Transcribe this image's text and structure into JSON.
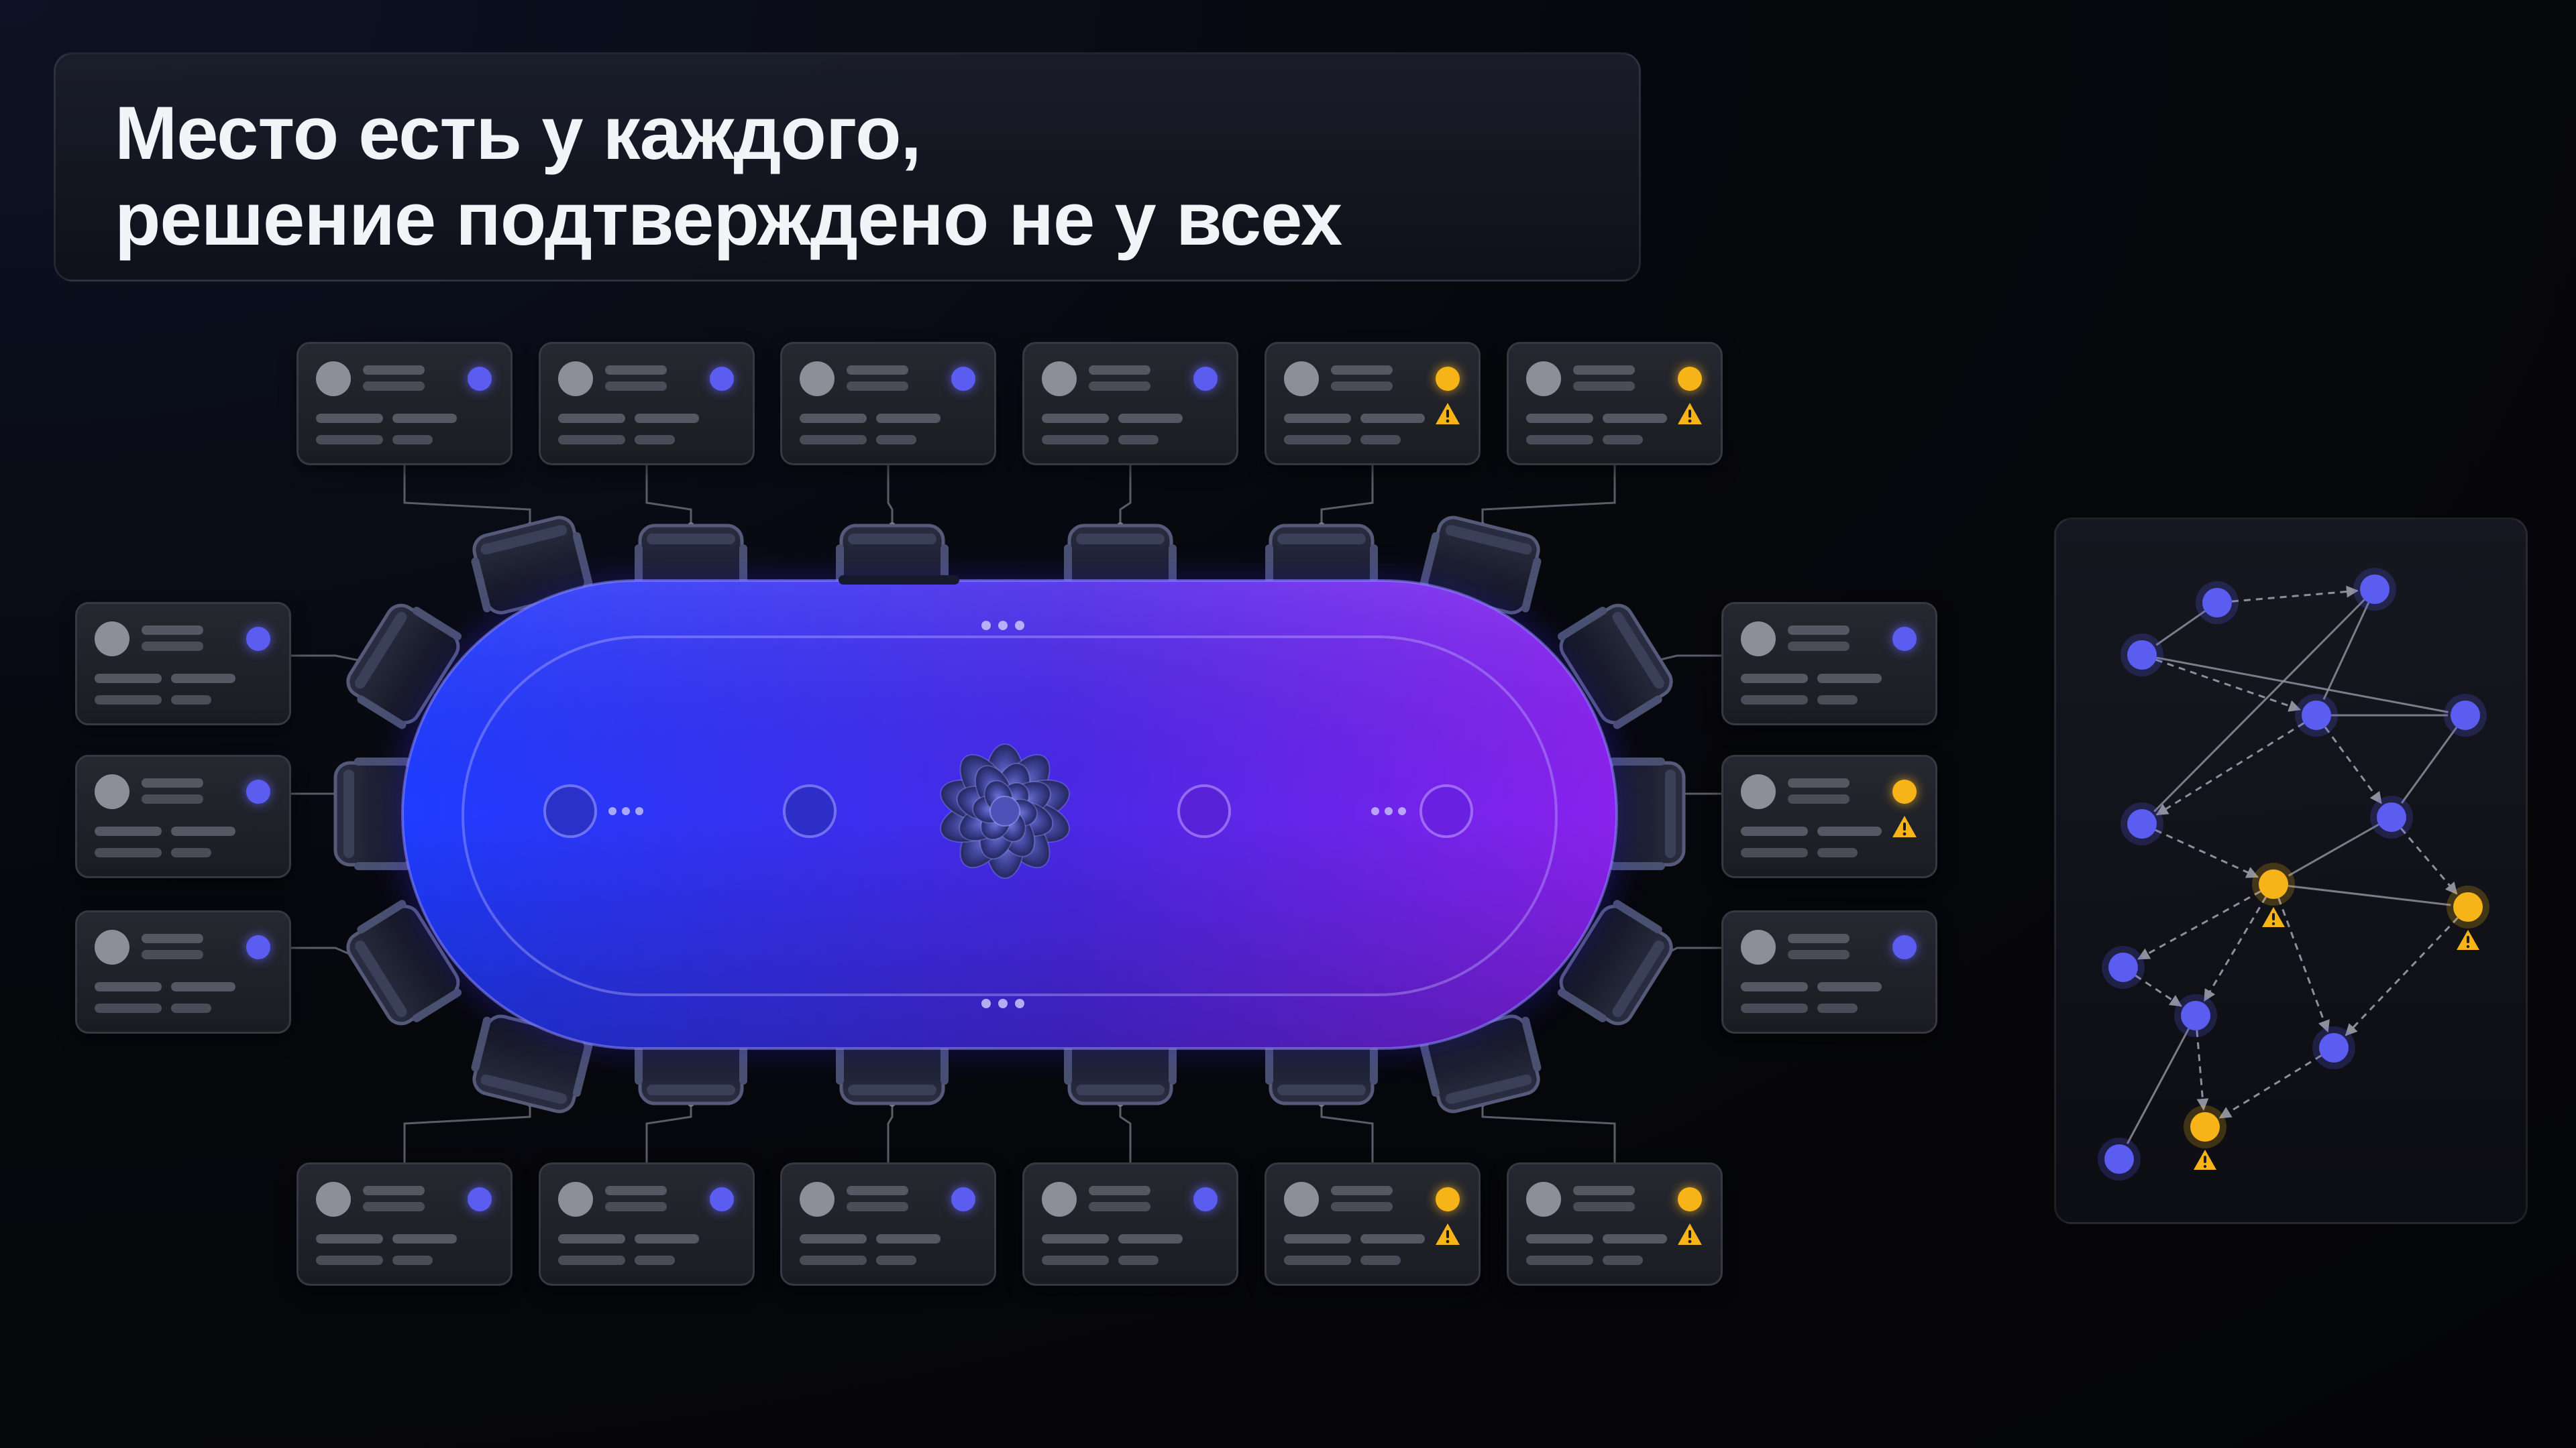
{
  "title": {
    "line1": "Место есть у каждого,",
    "line2": "решение подтверждено не у всех"
  },
  "colors": {
    "background": "#06070b",
    "table_gradient_start": "#1f3cff",
    "table_gradient_end": "#8a22ee",
    "confirmed": "#5b5cf0",
    "pending": "#f6b418",
    "card": "#22242b"
  },
  "seat_cards": {
    "top": [
      "confirmed",
      "confirmed",
      "confirmed",
      "confirmed",
      "pending",
      "pending"
    ],
    "bottom": [
      "confirmed",
      "confirmed",
      "confirmed",
      "confirmed",
      "pending",
      "pending"
    ],
    "left": [
      "confirmed",
      "confirmed",
      "confirmed"
    ],
    "right": [
      "confirmed",
      "pending",
      "confirmed"
    ]
  },
  "table": {
    "centerpiece_icon": "flower-icon",
    "chair_count": 18
  },
  "network": {
    "nodes": [
      {
        "id": "n1",
        "status": "confirmed"
      },
      {
        "id": "n2",
        "status": "confirmed"
      },
      {
        "id": "n3",
        "status": "confirmed"
      },
      {
        "id": "n4",
        "status": "confirmed"
      },
      {
        "id": "n5",
        "status": "confirmed"
      },
      {
        "id": "n6",
        "status": "confirmed"
      },
      {
        "id": "n7",
        "status": "confirmed"
      },
      {
        "id": "n8",
        "status": "pending"
      },
      {
        "id": "n9",
        "status": "pending"
      },
      {
        "id": "n10",
        "status": "confirmed"
      },
      {
        "id": "n11",
        "status": "confirmed"
      },
      {
        "id": "n12",
        "status": "confirmed"
      },
      {
        "id": "n13",
        "status": "pending"
      },
      {
        "id": "n14",
        "status": "confirmed"
      }
    ],
    "edges": [
      {
        "from": "n1",
        "to": "n2",
        "style": "dashed"
      },
      {
        "from": "n1",
        "to": "n3",
        "style": "solid"
      },
      {
        "from": "n3",
        "to": "n4",
        "style": "dashed"
      },
      {
        "from": "n2",
        "to": "n4",
        "style": "solid"
      },
      {
        "from": "n3",
        "to": "n5",
        "style": "solid"
      },
      {
        "from": "n4",
        "to": "n5",
        "style": "solid"
      },
      {
        "from": "n2",
        "to": "n6",
        "style": "solid"
      },
      {
        "from": "n4",
        "to": "n6",
        "style": "dashed"
      },
      {
        "from": "n4",
        "to": "n7",
        "style": "dashed"
      },
      {
        "from": "n5",
        "to": "n7",
        "style": "solid"
      },
      {
        "from": "n6",
        "to": "n8",
        "style": "dashed"
      },
      {
        "from": "n7",
        "to": "n8",
        "style": "solid"
      },
      {
        "from": "n7",
        "to": "n9",
        "style": "dashed"
      },
      {
        "from": "n8",
        "to": "n9",
        "style": "solid"
      },
      {
        "from": "n8",
        "to": "n10",
        "style": "dashed"
      },
      {
        "from": "n10",
        "to": "n11",
        "style": "dashed"
      },
      {
        "from": "n8",
        "to": "n11",
        "style": "dashed"
      },
      {
        "from": "n8",
        "to": "n12",
        "style": "dashed"
      },
      {
        "from": "n9",
        "to": "n12",
        "style": "dashed"
      },
      {
        "from": "n11",
        "to": "n14",
        "style": "solid"
      },
      {
        "from": "n11",
        "to": "n13",
        "style": "dashed"
      },
      {
        "from": "n12",
        "to": "n13",
        "style": "dashed"
      }
    ]
  }
}
